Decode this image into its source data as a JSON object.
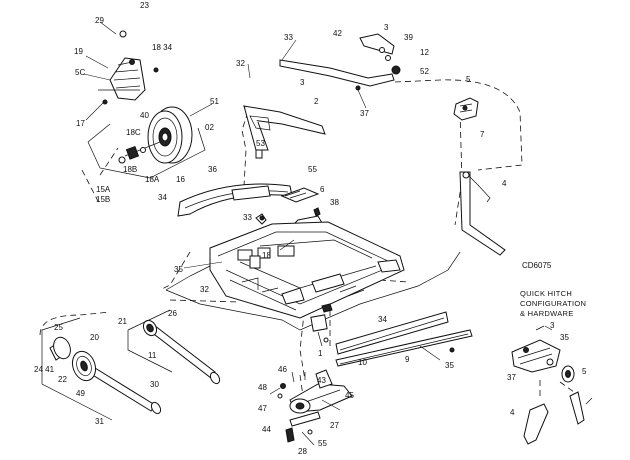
{
  "diagram": {
    "drawing_code": "CD6075",
    "inset_caption": [
      "QUICK HITCH",
      "CONFIGURATION",
      "& HARDWARE"
    ],
    "callouts": [
      {
        "id": "c-29",
        "text": "29"
      },
      {
        "id": "c-23",
        "text": "23"
      },
      {
        "id": "c-19",
        "text": "19"
      },
      {
        "id": "c-18-34",
        "text": "18 34"
      },
      {
        "id": "c-5c",
        "text": "5C"
      },
      {
        "id": "c-17",
        "text": "17"
      },
      {
        "id": "c-40",
        "text": "40"
      },
      {
        "id": "c-51",
        "text": "51"
      },
      {
        "id": "c-02",
        "text": "02"
      },
      {
        "id": "c-18c",
        "text": "18C"
      },
      {
        "id": "c-18b",
        "text": "18B"
      },
      {
        "id": "c-18a",
        "text": "18A"
      },
      {
        "id": "c-16",
        "text": "16"
      },
      {
        "id": "c-15a",
        "text": "15A"
      },
      {
        "id": "c-15b",
        "text": "15B"
      },
      {
        "id": "c-32-top",
        "text": "32"
      },
      {
        "id": "c-33",
        "text": "33"
      },
      {
        "id": "c-42",
        "text": "42"
      },
      {
        "id": "c-3-top",
        "text": "3"
      },
      {
        "id": "c-39",
        "text": "39"
      },
      {
        "id": "c-12",
        "text": "12"
      },
      {
        "id": "c-3-mid",
        "text": "3"
      },
      {
        "id": "c-52",
        "text": "52"
      },
      {
        "id": "c-37-top",
        "text": "37"
      },
      {
        "id": "c-2",
        "text": "2"
      },
      {
        "id": "c-53",
        "text": "53"
      },
      {
        "id": "c-5-right",
        "text": "5"
      },
      {
        "id": "c-7",
        "text": "7"
      },
      {
        "id": "c-4-right",
        "text": "4"
      },
      {
        "id": "c-36",
        "text": "36"
      },
      {
        "id": "c-55",
        "text": "55"
      },
      {
        "id": "c-34-left",
        "text": "34"
      },
      {
        "id": "c-6",
        "text": "6"
      },
      {
        "id": "c-38",
        "text": "38"
      },
      {
        "id": "c-33-mid",
        "text": "33"
      },
      {
        "id": "c-18-mid",
        "text": "18"
      },
      {
        "id": "c-35-left",
        "text": "35"
      },
      {
        "id": "c-32-mid",
        "text": "32"
      },
      {
        "id": "c-34-right",
        "text": "34"
      },
      {
        "id": "c-25",
        "text": "25"
      },
      {
        "id": "c-21",
        "text": "21"
      },
      {
        "id": "c-26",
        "text": "26"
      },
      {
        "id": "c-20",
        "text": "20"
      },
      {
        "id": "c-11",
        "text": "11"
      },
      {
        "id": "c-24-41",
        "text": "24 41"
      },
      {
        "id": "c-22",
        "text": "22"
      },
      {
        "id": "c-49",
        "text": "49"
      },
      {
        "id": "c-30",
        "text": "30"
      },
      {
        "id": "c-31",
        "text": "31"
      },
      {
        "id": "c-1",
        "text": "1"
      },
      {
        "id": "c-9",
        "text": "9"
      },
      {
        "id": "c-10",
        "text": "10"
      },
      {
        "id": "c-35-low",
        "text": "35"
      },
      {
        "id": "c-46",
        "text": "46"
      },
      {
        "id": "c-48",
        "text": "48"
      },
      {
        "id": "c-47",
        "text": "47"
      },
      {
        "id": "c-43",
        "text": "43"
      },
      {
        "id": "c-45",
        "text": "45"
      },
      {
        "id": "c-27",
        "text": "27"
      },
      {
        "id": "c-44",
        "text": "44"
      },
      {
        "id": "c-55-low",
        "text": "55"
      },
      {
        "id": "c-28",
        "text": "28"
      },
      {
        "id": "c-3-inset",
        "text": "3"
      },
      {
        "id": "c-35-inset",
        "text": "35"
      },
      {
        "id": "c-37-inset",
        "text": "37"
      },
      {
        "id": "c-5-inset",
        "text": "5"
      },
      {
        "id": "c-4-inset",
        "text": "4"
      }
    ]
  }
}
